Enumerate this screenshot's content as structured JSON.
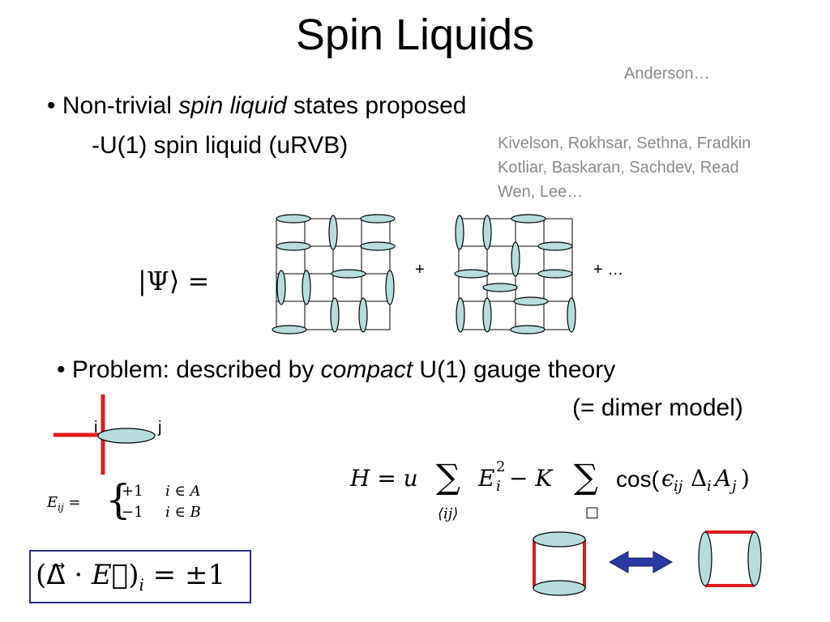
{
  "slide": {
    "title": "Spin Liquids",
    "citation_anderson": "Anderson…",
    "bullet1": {
      "bullet": "•",
      "prefix": "Non-trivial ",
      "emph": "spin liquid",
      "suffix": " states proposed"
    },
    "sub_item": "-U(1) spin liquid (uRVB)",
    "citations": [
      "Kivelson, Rokhsar, Sethna, Fradkin",
      "Kotliar, Baskaran, Sachdev, Read",
      "Wen, Lee…"
    ],
    "wavefunction": {
      "psi": "|Ψ⟩ =",
      "plus": "+",
      "plus_more": "+ …"
    },
    "bullet2": {
      "bullet": "•",
      "prefix": "Problem: described by ",
      "emph": "compact",
      "suffix": " U(1) gauge theory",
      "line2": "(= dimer model)"
    },
    "bond_labels": {
      "i": "i",
      "j": "j"
    },
    "field_def": {
      "lhs": "E",
      "lhs_sub": "ij",
      "eq": " =",
      "case1_val": "+1",
      "case1_cond": "i ∈ A",
      "case2_val": "−1",
      "case2_cond": "i ∈ B"
    },
    "gauss_law": {
      "open": "(",
      "delta": "Δ⃗",
      "dot": " · ",
      "efield": "E⃗",
      "close": ")",
      "sub": "i",
      "rhs": " = ±1"
    },
    "hamiltonian": {
      "lhs": "H = u",
      "sum": "∑",
      "sum1_index": "⟨ij⟩",
      "term1": "E",
      "term1_sub": "i",
      "term1_sup": "2",
      "minus": " − K",
      "sum2_index": "□",
      "cos": "cos(",
      "eps": "ϵ",
      "eps_sub": "ij",
      "delta": "Δ",
      "delta_sub": "i",
      "a": "A",
      "a_sub": "j",
      "close": ")"
    }
  }
}
